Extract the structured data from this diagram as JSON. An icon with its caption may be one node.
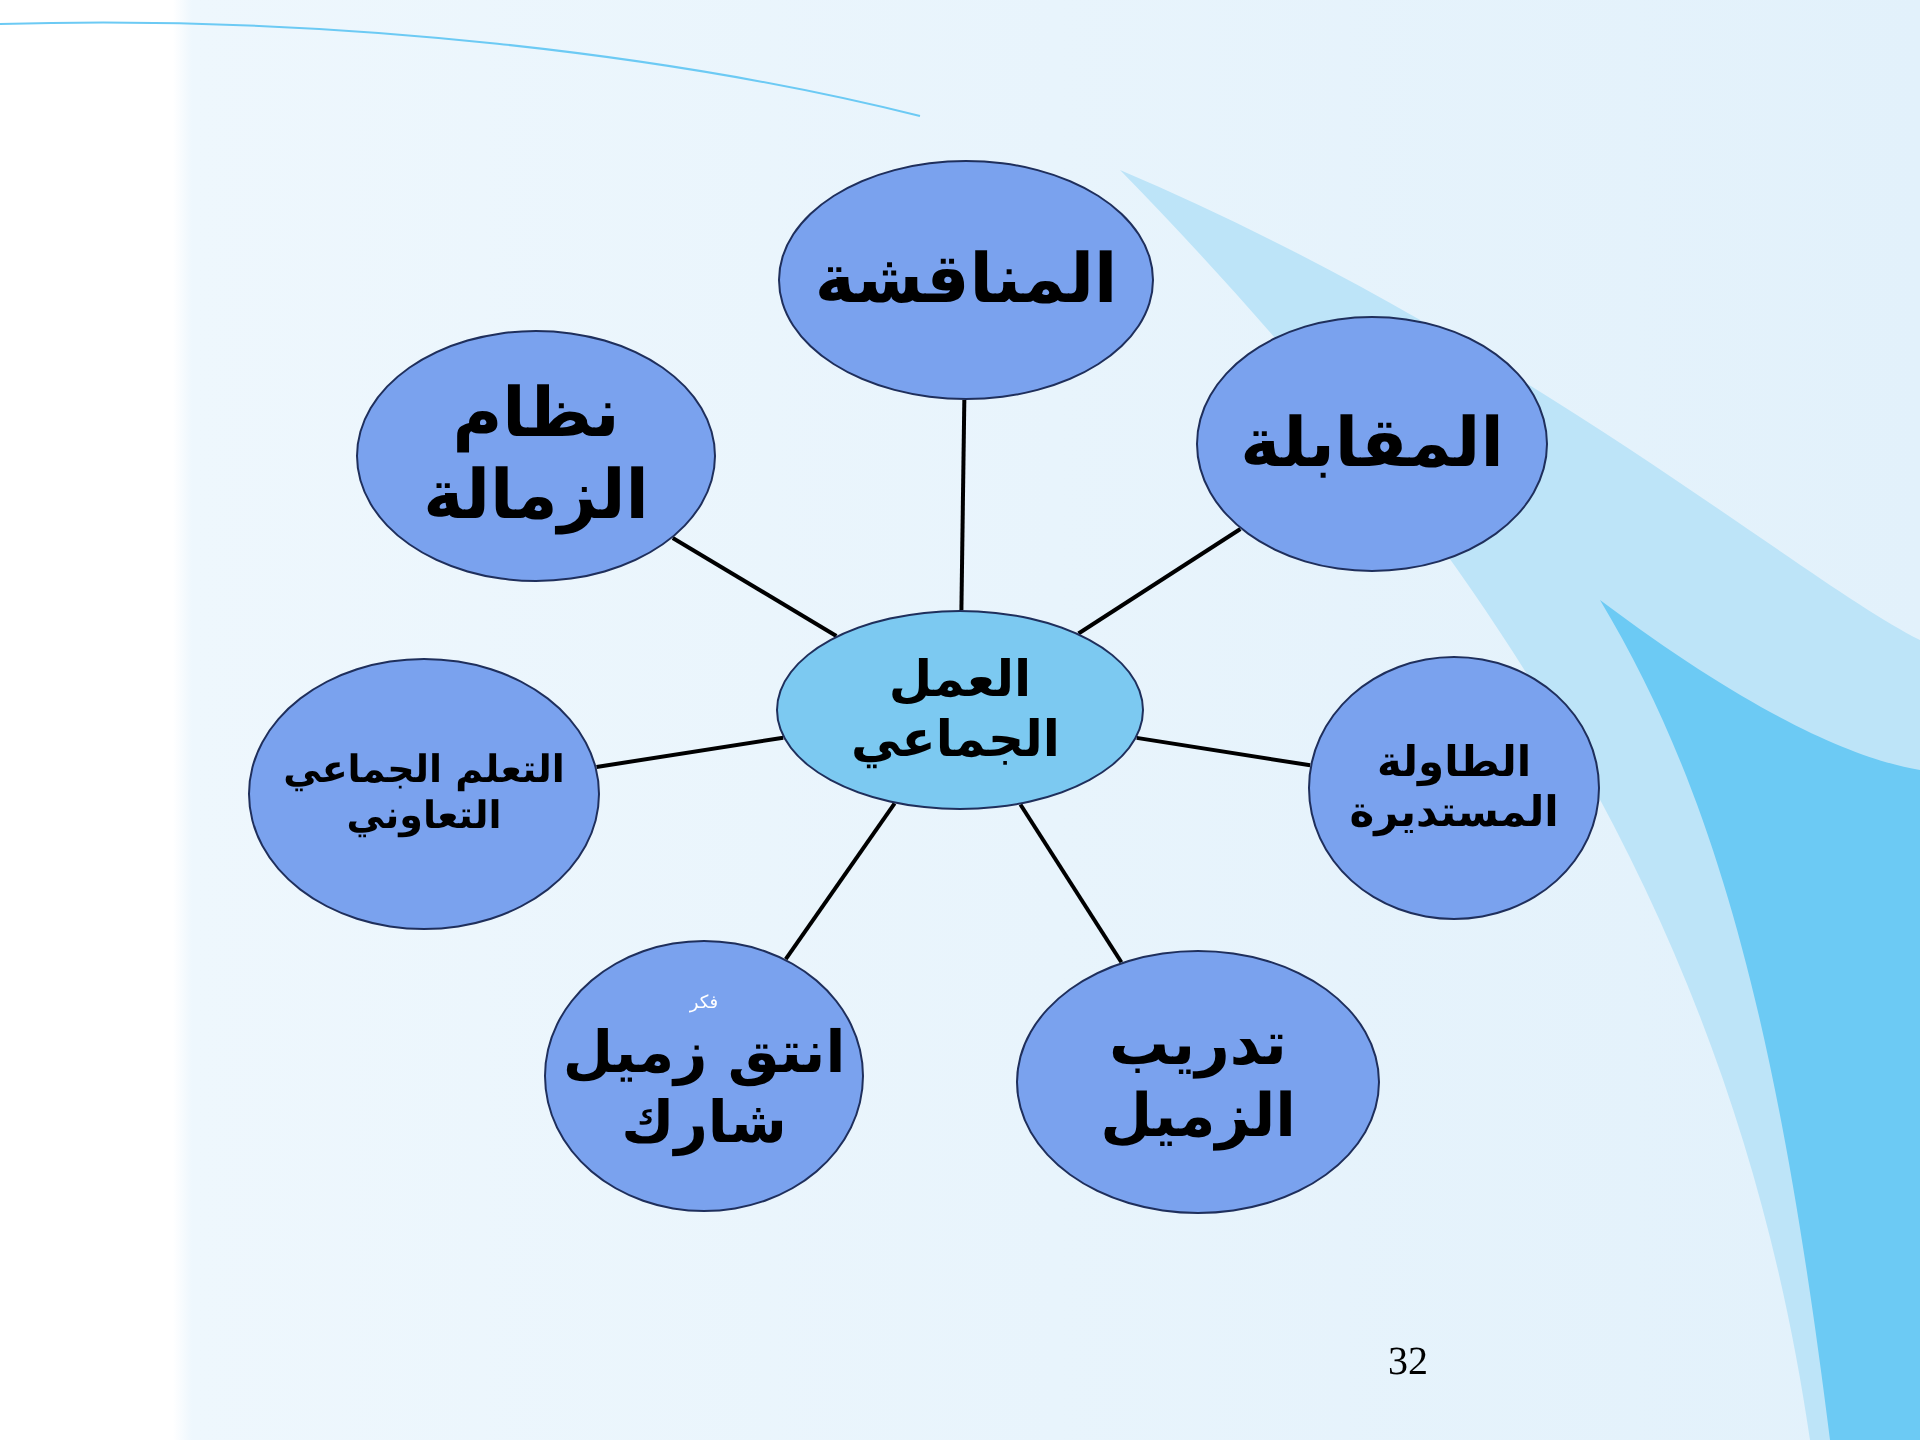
{
  "diagram": {
    "nodes": [
      {
        "text": [
          "المناقشة"
        ]
      },
      {
        "text": [
          "نظام الزمالة"
        ]
      },
      {
        "text": [
          "المقابلة"
        ]
      },
      {
        "text": [
          "العمل الجماعي"
        ]
      },
      {
        "text": [
          "التعلم الجماعي التعاوني"
        ]
      },
      {
        "text": [
          "الطاولة المستديرة"
        ]
      },
      {
        "text": [
          "فكر",
          "انتق زميل شارك"
        ]
      },
      {
        "text": [
          "تدريب الزميل"
        ]
      }
    ],
    "edges": [
      {
        "from": 3,
        "to": 0,
        "arrow": "none"
      },
      {
        "from": 3,
        "to": 1,
        "arrow": "none"
      },
      {
        "from": 3,
        "to": 2,
        "arrow": "none"
      },
      {
        "from": 3,
        "to": 4,
        "arrow": "none"
      },
      {
        "from": 3,
        "to": 5,
        "arrow": "none"
      },
      {
        "from": 3,
        "to": 6,
        "arrow": "none"
      },
      {
        "from": 3,
        "to": 7,
        "arrow": "none"
      }
    ],
    "labels": [
      "32"
    ]
  }
}
